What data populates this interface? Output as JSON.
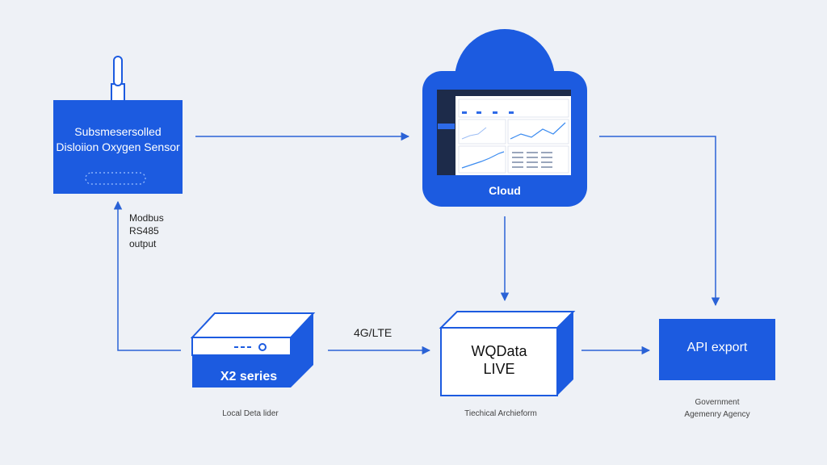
{
  "sensor": {
    "title_line1": "Subsmesersolled",
    "title_line2": "Disloiion Oxygen Sensor"
  },
  "connection": {
    "line1": "Modbus",
    "line2": "RS485",
    "line3": "output"
  },
  "cloud": {
    "label": "Cloud"
  },
  "gateway": {
    "label": "X2 series",
    "caption": "Local Deta lider"
  },
  "network": {
    "label": "4G/LTE"
  },
  "platform": {
    "line1": "WQData",
    "line2": "LIVE",
    "caption": "Tiechical Archieform"
  },
  "api": {
    "label": "API export",
    "caption_line1": "Government",
    "caption_line2": "Agemenry Agency"
  },
  "colors": {
    "primary_blue": "#1c5be0",
    "background": "#eef1f6",
    "arrow": "#2a62d6"
  }
}
